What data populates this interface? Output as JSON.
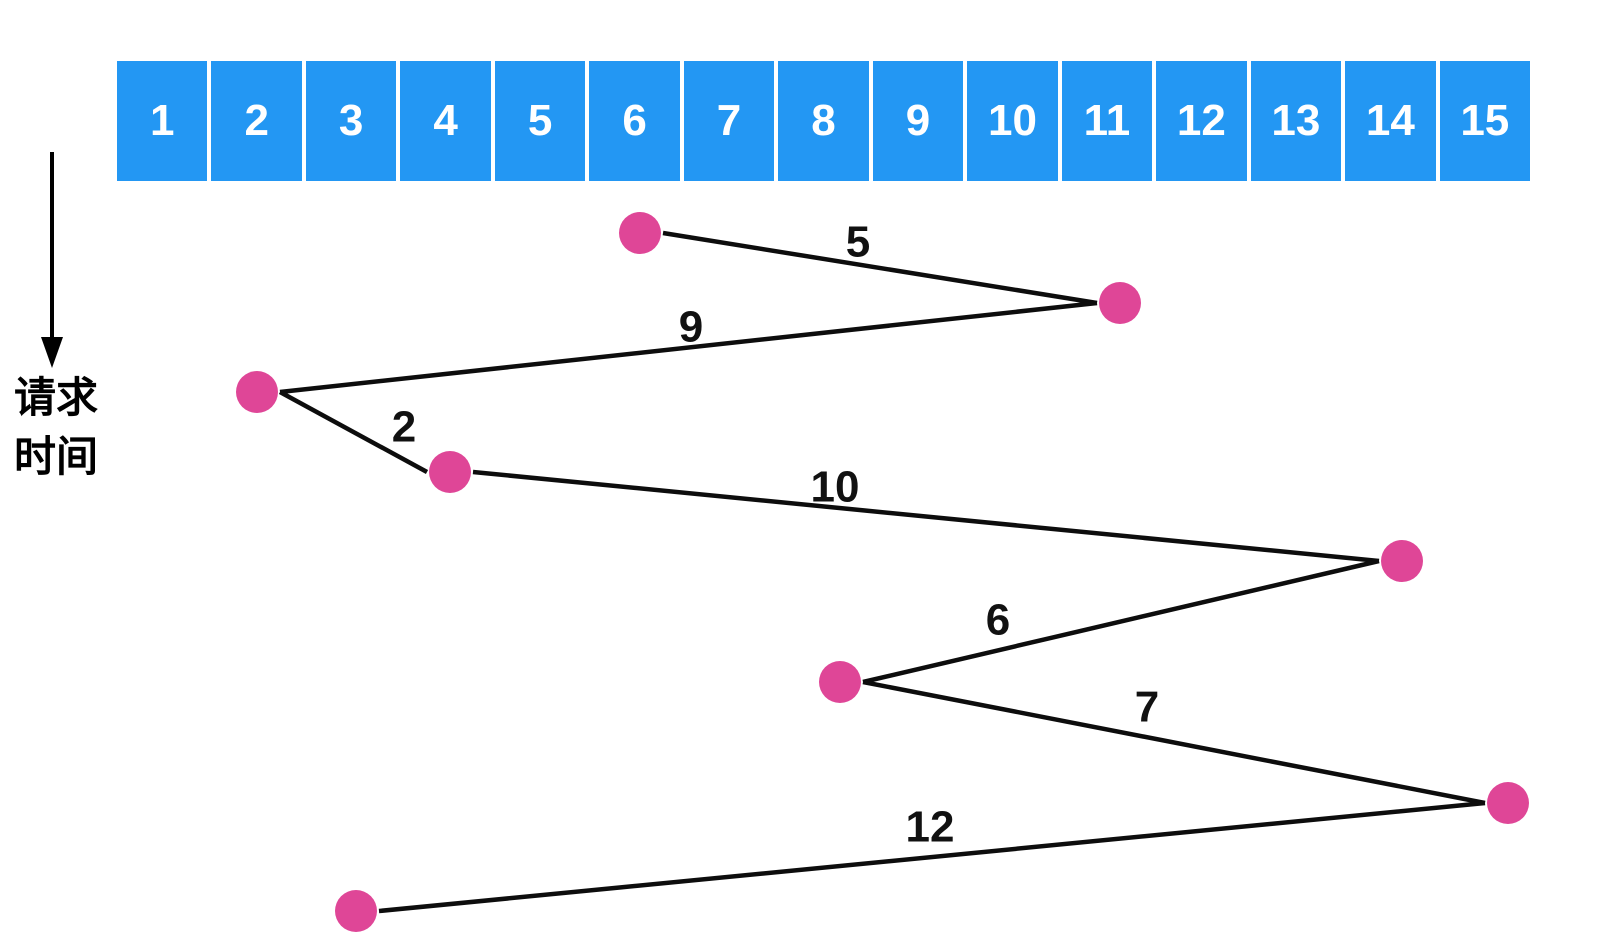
{
  "page": {
    "background": "#ffffff"
  },
  "track_bar": {
    "color": "#2397f3",
    "text_color": "#ffffff",
    "blocks": [
      "1",
      "2",
      "3",
      "4",
      "5",
      "6",
      "7",
      "8",
      "9",
      "10",
      "11",
      "12",
      "13",
      "14",
      "15"
    ]
  },
  "time_axis": {
    "labels": [
      "请求",
      "时间"
    ],
    "arrow_color": "#000000"
  },
  "chart_data": {
    "type": "diagram",
    "description": "FCFS disk-scheduling style seek diagram: requests served in arrival order over tracks 1-15, time flowing downward",
    "track_range": [
      1,
      15
    ],
    "request_sequence_tracks": [
      6,
      11,
      2,
      4,
      14,
      8,
      15,
      3
    ],
    "seek_distances": [
      5,
      9,
      2,
      10,
      6,
      7,
      12
    ],
    "dot_color": "#df4697",
    "line_color": "#0d0d0d"
  }
}
